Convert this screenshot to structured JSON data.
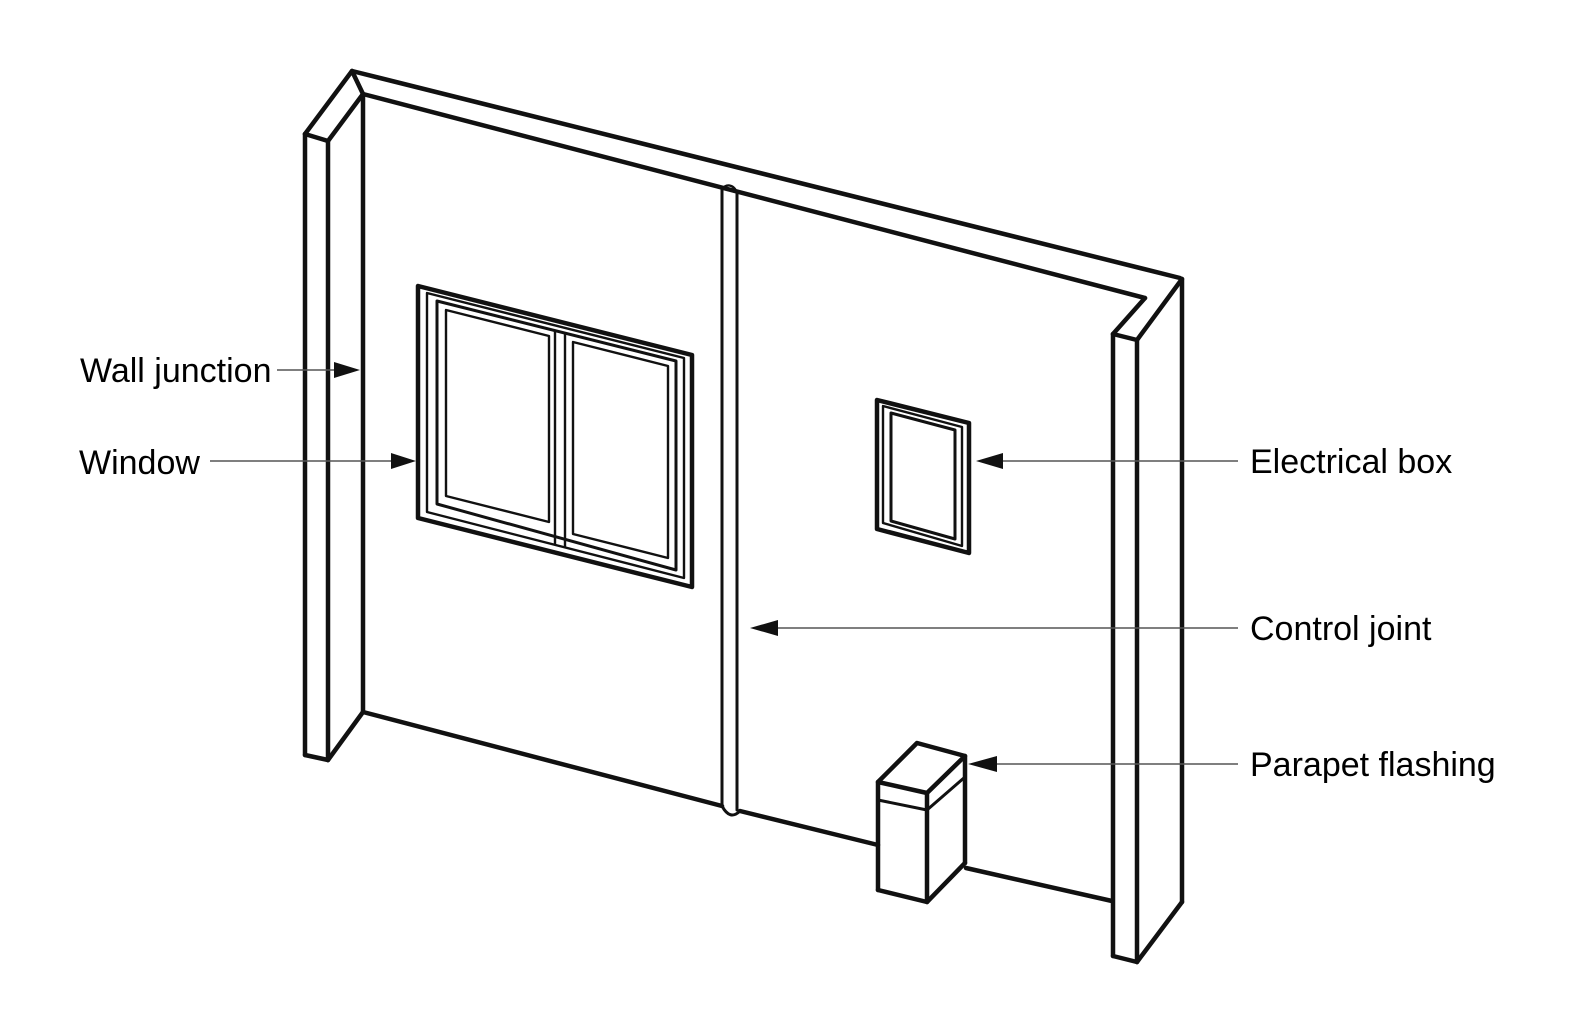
{
  "figure": {
    "title": "Wall elevation diagram",
    "type": "annotated isometric line drawing",
    "colors": {
      "background": "#ffffff",
      "line": "#111111",
      "leader_line": "#555555",
      "text": "#000000"
    },
    "labels": {
      "wall_junction": "Wall junction",
      "window": "Window",
      "electrical_box": "Electrical box",
      "control_joint": "Control joint",
      "parapet_flashing": "Parapet flashing"
    }
  }
}
